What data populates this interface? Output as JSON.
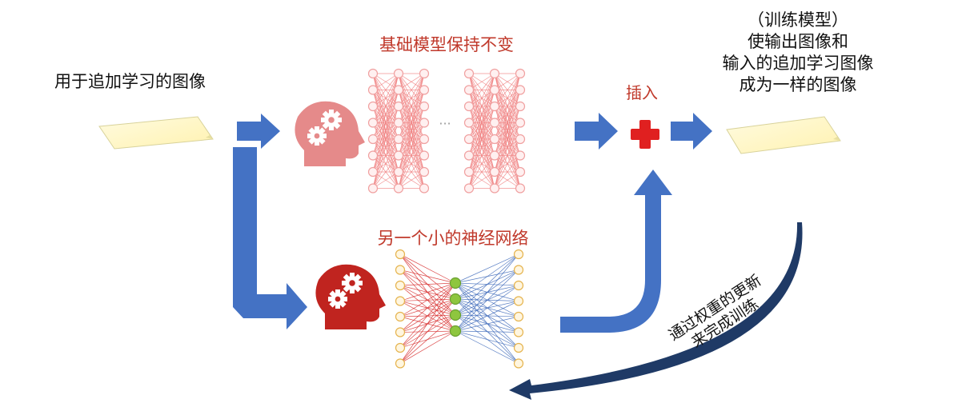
{
  "labels": {
    "input_image": "用于追加学习的图像",
    "base_model": "基础模型保持不变",
    "small_network": "另一个小的神经网络",
    "insert": "插入",
    "goal": [
      "（训练模型）",
      "使输出图像和",
      "输入的追加学习图像",
      "成为一样的图像"
    ],
    "training": [
      "通过权重的更新",
      "来完成训练"
    ],
    "ellipsis": "···"
  },
  "colors": {
    "arrow_blue": "#4472c4",
    "dark_arrow": "#1f3a66",
    "red_text": "#c0392b",
    "base_net": "#f08080",
    "small_net_red": "#d62828",
    "small_net_blue": "#3a66b8",
    "node_outline": "#e5b34d",
    "node_fill": "#fff6e0",
    "bottleneck_node": "#8ec63f",
    "paper": "#fff9c9",
    "head_light": "#e58a8a",
    "head_dark": "#c0241f",
    "plus": "#e02020"
  }
}
